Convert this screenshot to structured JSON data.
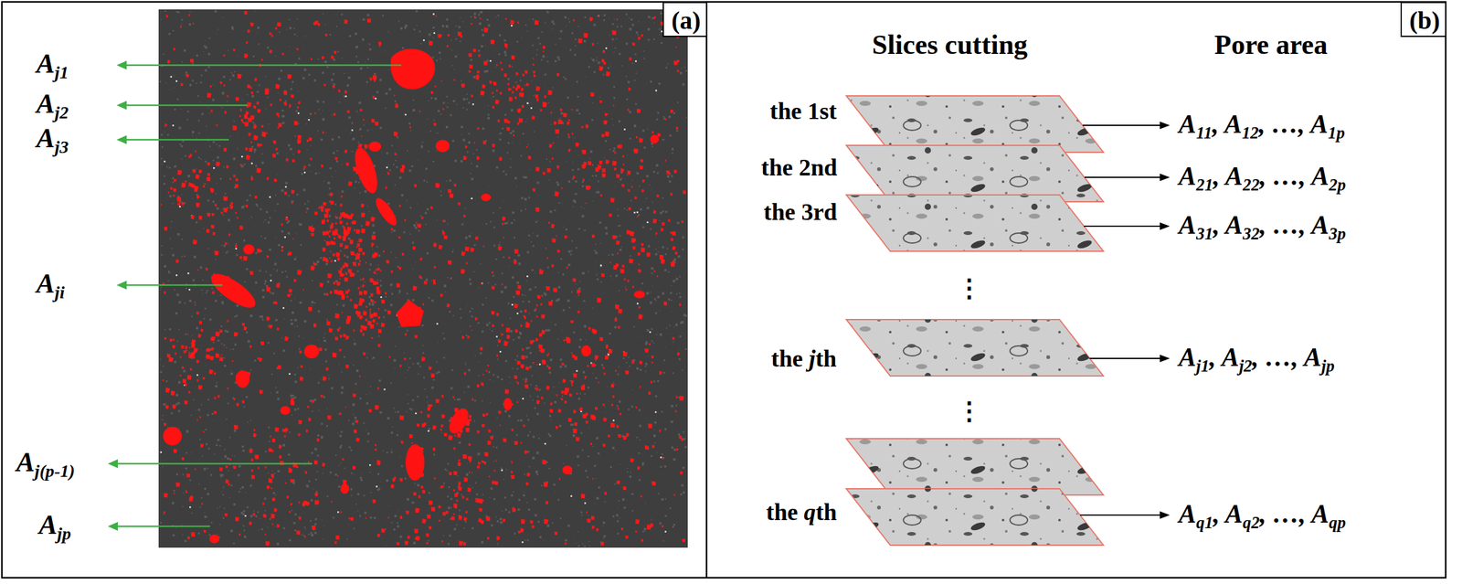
{
  "diagram": {
    "nodes": [
      {
        "text": [
          "(a)"
        ]
      },
      {
        "text": [
          "(b)"
        ]
      }
    ],
    "labels": [
      "Aj1",
      "Aj2",
      "Aj3",
      "Aji",
      "Aj(p-1)",
      "Ajp",
      "Slices cutting",
      "Pore area",
      "the 1st",
      "A11, A12, …, A1p",
      "the 2nd",
      "A21, A22, …, A2p",
      "the 3rd",
      "A31, A32, …, A3p",
      "⋮",
      "the jth",
      "Aj1, Aj2, …, Ajp",
      "⋮",
      "the qth",
      "Aq1, Aq2, …, Aqp"
    ]
  }
}
